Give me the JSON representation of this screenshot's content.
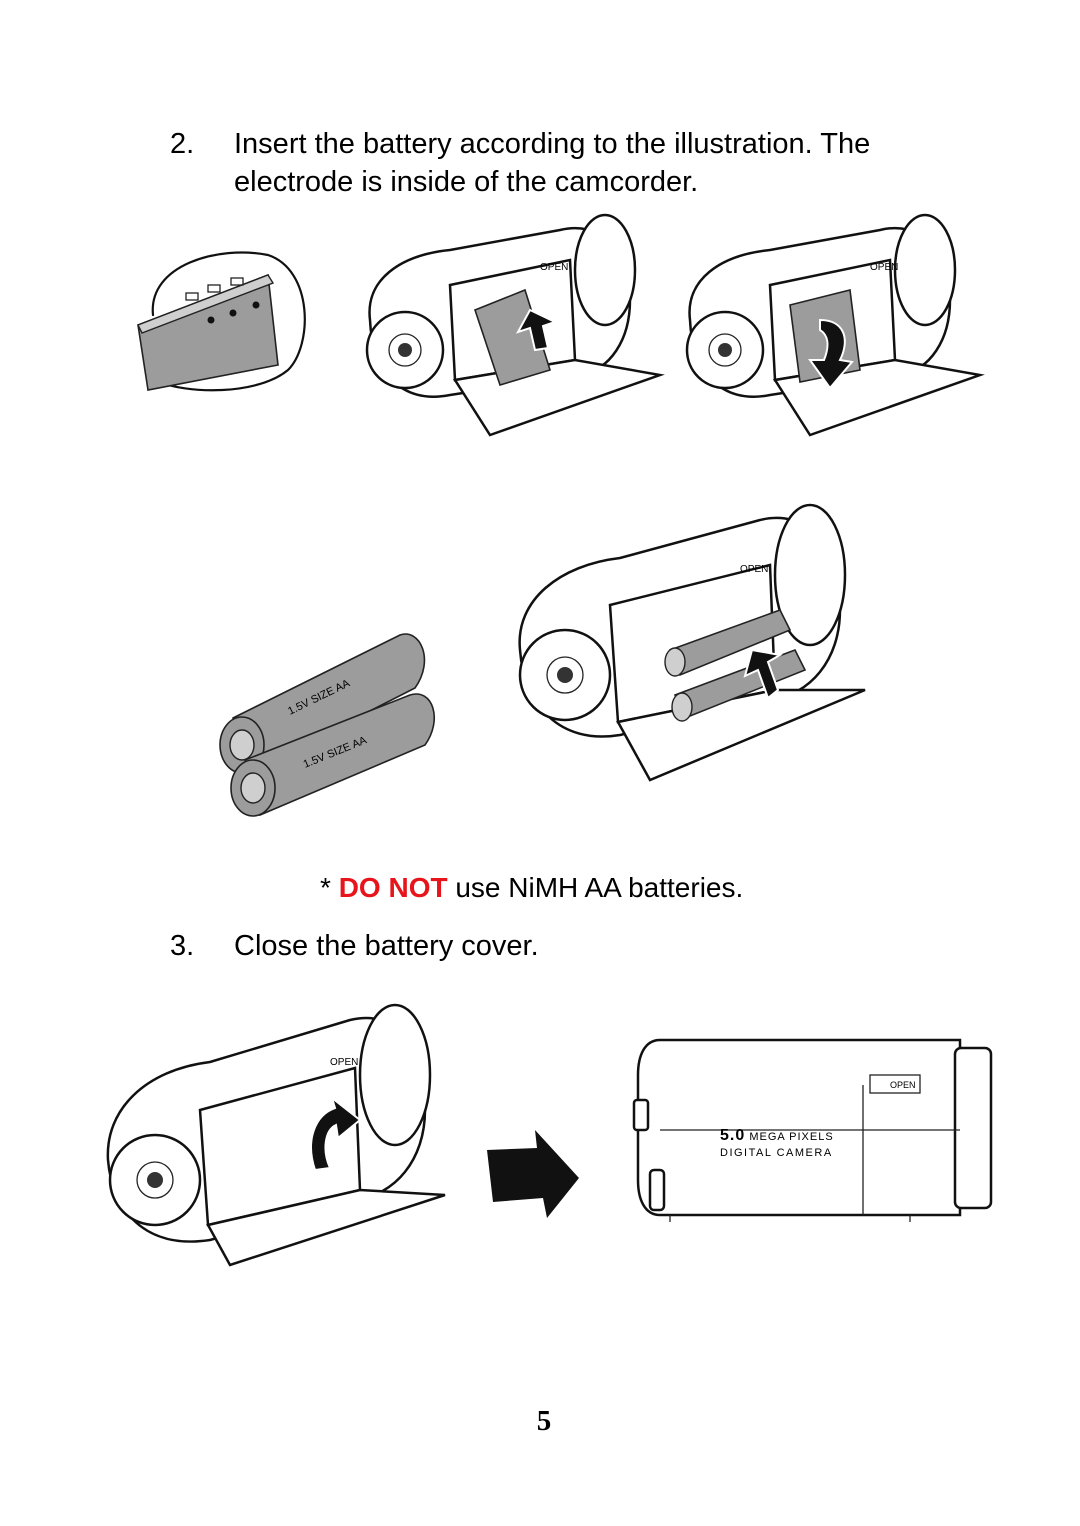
{
  "step2": {
    "number": "2.",
    "text_line1": "Insert the battery according to the illustration. The",
    "text_line2": "electrode is inside of the camcorder."
  },
  "battery_label": "1.5V SIZE   AA",
  "door_label": "OPEN",
  "warning": {
    "prefix": "* ",
    "highlight": "DO NOT",
    "rest": " use NiMH AA batteries.",
    "highlight_color": "#e8141b"
  },
  "step3": {
    "number": "3.",
    "text": "Close the battery cover."
  },
  "camera_side": {
    "mega": "5.0",
    "mega_label": "MEGA PIXELS",
    "subtitle": "DIGITAL CAMERA"
  },
  "page_number": "5"
}
